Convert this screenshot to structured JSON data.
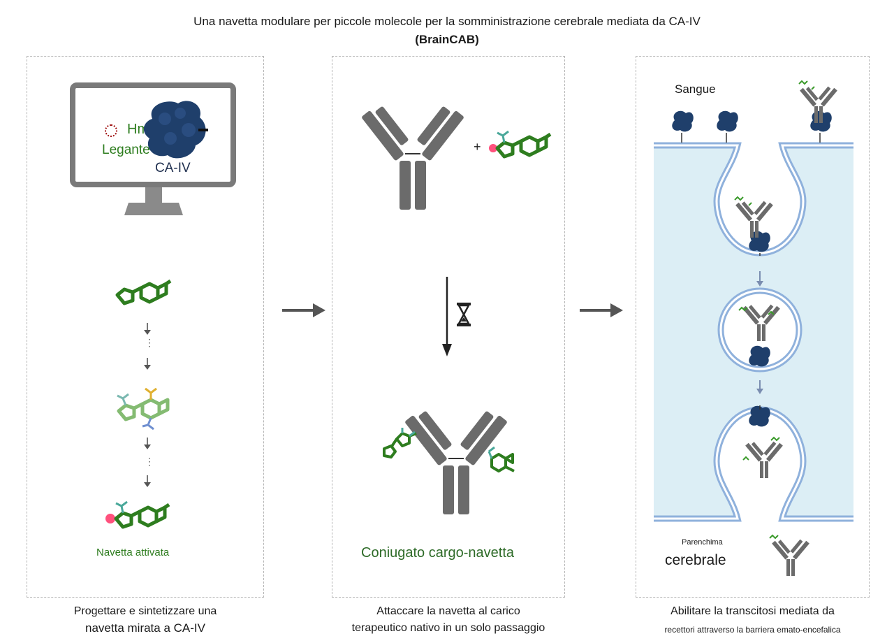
{
  "title": {
    "line1": "Una navetta modulare per piccole molecole per la somministrazione cerebrale mediata da CA-IV",
    "line2": "(BrainCAB)"
  },
  "panel1": {
    "monitor": {
      "hm_label": "Hm",
      "ligand_label": "Legante",
      "protein_label": "CA-IV"
    },
    "ellipsis": "⋮",
    "result_label": "Navetta attivata",
    "caption_line1": "Progettare e sintetizzare una",
    "caption_line2": "navetta mirata a CA-IV"
  },
  "panel2": {
    "plus": "+",
    "result_label": "Coniugato cargo-navetta",
    "caption_line1": "Attaccare la navetta al carico",
    "caption_line2": "terapeutico nativo in un solo passaggio"
  },
  "panel3": {
    "blood_label": "Sangue",
    "parenchyma_small": "Parenchima",
    "parenchyma_big": "cerebrale",
    "caption_line1": "Abilitare la transcitosi mediata da",
    "caption_line2": "recettori attraverso la barriera emato-encefalica"
  },
  "colors": {
    "molecule_green": "#2e7d1f",
    "antibody_gray": "#6b6b6b",
    "receptor_navy": "#1f3f6b",
    "membrane_blue": "#8fb1dc",
    "interior_blue": "#dceef5",
    "reactive_pink": "#ff3366"
  }
}
